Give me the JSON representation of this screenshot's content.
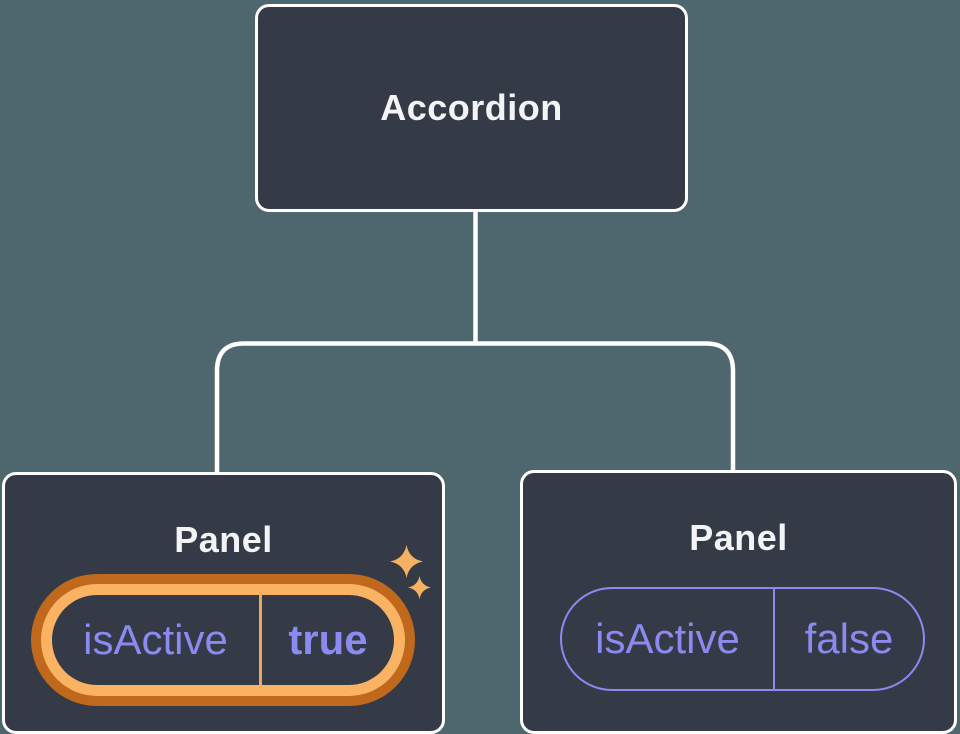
{
  "diagram": {
    "root_node": {
      "label": "Accordion"
    },
    "children": [
      {
        "label": "Panel",
        "state_pill": {
          "name": "isActive",
          "value": "true"
        },
        "highlighted": true,
        "highlight_icon": "sparkles-icon"
      },
      {
        "label": "Panel",
        "state_pill": {
          "name": "isActive",
          "value": "false"
        },
        "highlighted": false
      }
    ]
  },
  "colors": {
    "background": "#4e676e",
    "node_fill": "#353a47",
    "node_border": "#ffffff",
    "text_primary": "#f3f4f6",
    "state_purple": "#8a8af0",
    "highlight_orange_dark": "#c0681c",
    "highlight_gold": "#fab363",
    "divider_gold": "#eda75a",
    "sparkle_gold": "#f7b163",
    "connector_white": "#ffffff"
  }
}
